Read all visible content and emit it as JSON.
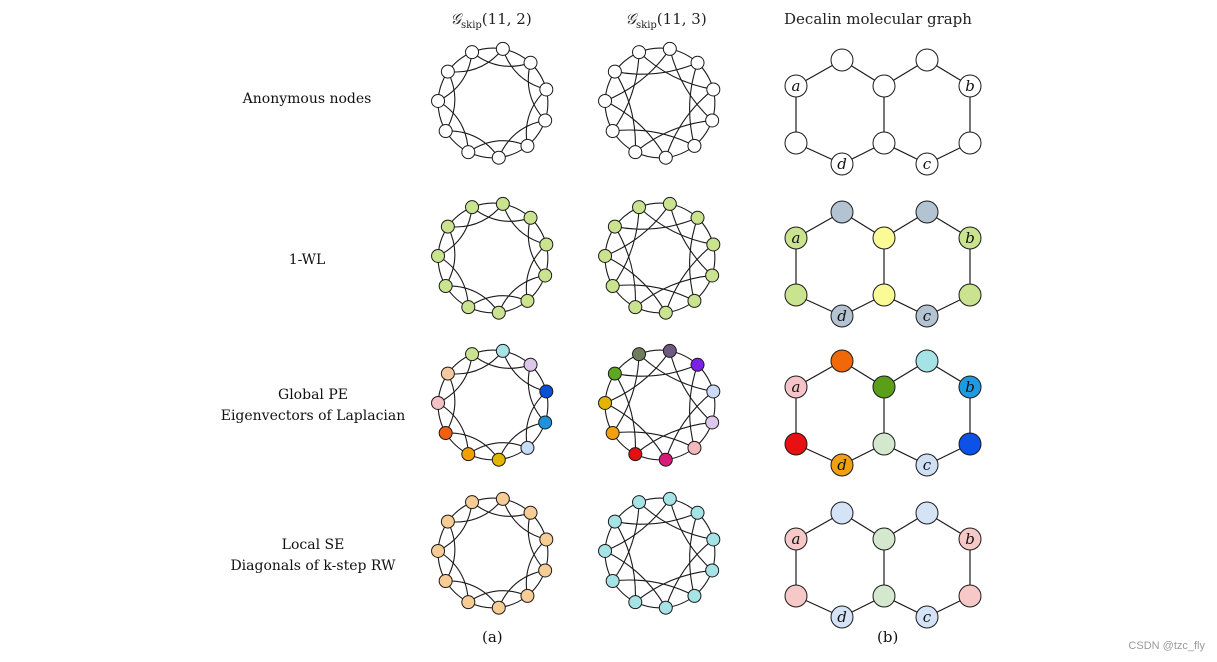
{
  "columns": {
    "skip2": {
      "prefix": "𝒢",
      "sub": "skip",
      "args": "(11, 2)"
    },
    "skip3": {
      "prefix": "𝒢",
      "sub": "skip",
      "args": "(11, 3)"
    },
    "decalin": "Decalin molecular graph"
  },
  "rows": [
    {
      "lines": [
        "Anonymous nodes"
      ]
    },
    {
      "lines": [
        "1-WL"
      ]
    },
    {
      "lines": [
        "Global PE",
        "Eigenvectors of Laplacian"
      ]
    },
    {
      "lines": [
        "Local SE",
        "Diagonals of k-step RW"
      ]
    }
  ],
  "sublabels": {
    "a": "(a)",
    "b": "(b)"
  },
  "watermark": "CSDN @tzc_fly",
  "node_letters": {
    "a": "a",
    "b": "b",
    "c": "c",
    "d": "d"
  },
  "colors": {
    "stroke": "#1a1a1a",
    "anonymous": "#ffffff",
    "wl_green": "#c9e38f",
    "wl_gray": "#b4c3d2",
    "wl_yellow": "#fafa96",
    "se_orange": "#f7cc95",
    "se_cyan": "#a6e3e6",
    "dec_se_pink": "#f7c8c8",
    "dec_se_blue": "#d5e3f7",
    "dec_se_green": "#d3e8cd"
  },
  "global_pe_colors": {
    "skip2": [
      "#a6e3e6",
      "#ddc6ec",
      "#0a4fd9",
      "#1e92dc",
      "#c9dbf6",
      "#e3b400",
      "#f0a000",
      "#f06010",
      "#f5c0c6",
      "#f6c8a0",
      "#c9e38f"
    ],
    "skip3": [
      "#6e5a80",
      "#7a20e8",
      "#c9dbf6",
      "#dcc8ec",
      "#f5b8bc",
      "#d81a78",
      "#e31010",
      "#f0a010",
      "#e3b400",
      "#5da81e",
      "#6e7e5a"
    ],
    "decalin": {
      "a": "#f5c4c8",
      "top_left": "#f06808",
      "junction_top": "#5a9e1a",
      "top_right": "#a6e3e6",
      "b": "#1e9be0",
      "bottom_left": "#e81010",
      "d": "#f0a010",
      "junction_bottom": "#d3e8cd",
      "c": "#cfe0f6",
      "bottom_right": "#0d52e8"
    }
  }
}
